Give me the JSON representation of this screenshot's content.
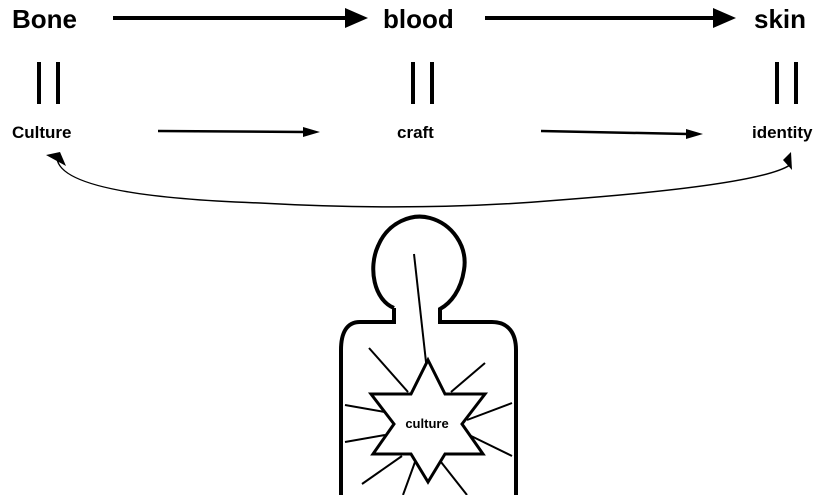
{
  "top_row": {
    "bone": "Bone",
    "blood": "blood",
    "skin": "skin"
  },
  "middle_row": {
    "culture": "Culture",
    "craft": "craft",
    "identity": "identity"
  },
  "figure": {
    "center_label": "culture"
  },
  "colors": {
    "ink": "#000000",
    "background": "#ffffff"
  }
}
